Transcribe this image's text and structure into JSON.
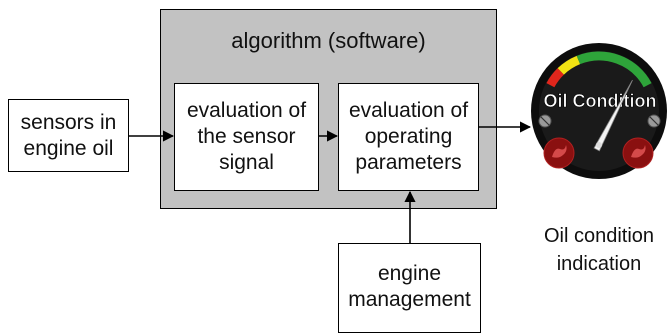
{
  "diagram": {
    "algorithm_title": "algorithm (software)",
    "sensors_label": "sensors in\nengine oil",
    "eval_sensor_label": "evaluation of\nthe sensor\nsignal",
    "eval_params_label": "evaluation of\noperating\nparameters",
    "engine_mgmt_label": "engine\nmanagement",
    "indication_label": "Oil condition\nindication"
  },
  "gauge": {
    "label": "Oil Condition",
    "zone_colors": [
      "#e0261c",
      "#f2e313",
      "#2ea43a"
    ],
    "needle_fraction": 0.72
  },
  "colors": {
    "algorithm_background": "#c2c2c2",
    "gauge_face": "#1a1a1a",
    "gauge_badge": "#8a1010"
  }
}
